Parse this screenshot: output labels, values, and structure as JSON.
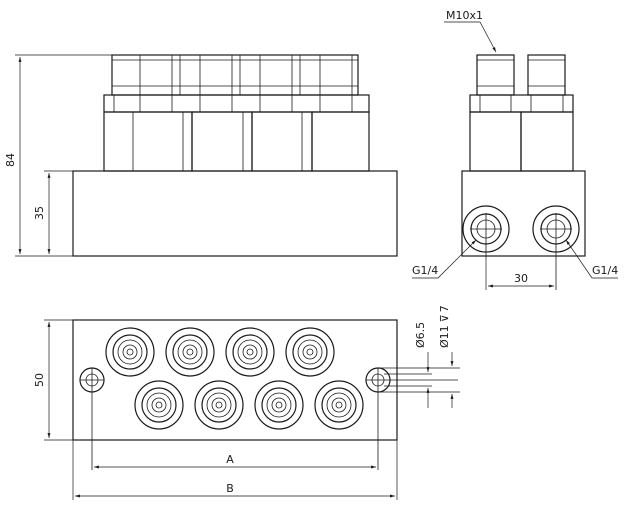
{
  "drawing": {
    "dimensions": {
      "total_height": "84",
      "base_height": "35",
      "width": "50",
      "hole_spacing": "A",
      "overall_length": "B",
      "port_spacing": "30"
    },
    "labels": {
      "thread": "M10x1",
      "port_left": "G1/4",
      "port_right": "G1/4",
      "bore_small": "Ø6.5",
      "bore_counter": "Ø11",
      "counter_depth": "7"
    }
  }
}
